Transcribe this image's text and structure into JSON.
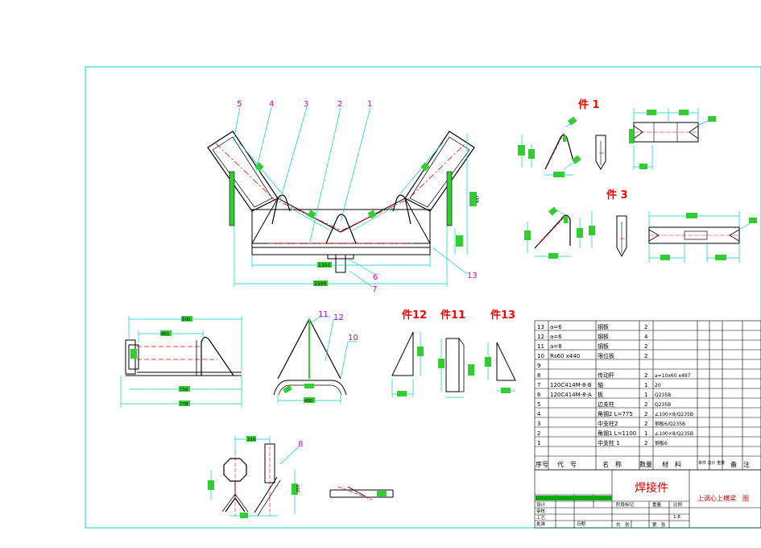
{
  "colors": {
    "frame": "#00d8d8",
    "dimension": "#00cccc",
    "outline": "#000000",
    "center_line": "#ff0000",
    "leader_magenta": "#cc00cc",
    "part_fill": "#33cc33",
    "title_red": "#ff0000"
  },
  "part_labels": {
    "jian1": "件 1",
    "jian3": "件 3",
    "jian12": "件12",
    "jian11": "件11",
    "jian13": "件13"
  },
  "balloons": {
    "b1": "1",
    "b2": "2",
    "b3": "3",
    "b4": "4",
    "b5": "5",
    "b6": "6",
    "b7": "7",
    "b8": "8",
    "b10": "10",
    "b11": "11",
    "b12": "12",
    "b13": "13"
  },
  "dims": {
    "main_1": "1300",
    "main_2": "1500",
    "main_h1": "447",
    "side_top": "500",
    "side_mid": "461",
    "side_b1": "750",
    "side_b2": "778",
    "mid_bottom": "400",
    "small_top": "210",
    "small_h": "265"
  },
  "bom": {
    "rows": [
      {
        "no": "13",
        "code": "a=6",
        "name": "钢板",
        "qty": "2",
        "material": "",
        "unit": "",
        "total": "",
        "note": ""
      },
      {
        "no": "12",
        "code": "a=6",
        "name": "钢板",
        "qty": "4",
        "material": "",
        "unit": "",
        "total": "",
        "note": ""
      },
      {
        "no": "11",
        "code": "a=8",
        "name": "钢板",
        "qty": "2",
        "material": "",
        "unit": "",
        "total": "",
        "note": ""
      },
      {
        "no": "10",
        "code": "Rs60 x440",
        "name": "限位板",
        "qty": "2",
        "material": "",
        "unit": "",
        "total": "",
        "note": ""
      },
      {
        "no": "9",
        "code": "",
        "name": "",
        "qty": "",
        "material": "",
        "unit": "",
        "total": "",
        "note": ""
      },
      {
        "no": "8",
        "code": "",
        "name": "传动杆",
        "qty": "2",
        "material": "a=10x60 x497",
        "unit": "",
        "total": "",
        "note": ""
      },
      {
        "no": "7",
        "code": "120C414M-8-B",
        "name": "轴",
        "qty": "1",
        "material": "20",
        "unit": "",
        "total": "",
        "note": ""
      },
      {
        "no": "6",
        "code": "120C414M-8-A",
        "name": "板",
        "qty": "1",
        "material": "Q235B",
        "unit": "",
        "total": "",
        "note": ""
      },
      {
        "no": "5",
        "code": "",
        "name": "边支柱",
        "qty": "2",
        "material": "Q235B",
        "unit": "",
        "total": "",
        "note": ""
      },
      {
        "no": "4",
        "code": "",
        "name": "角钢2 L=775",
        "qty": "2",
        "material": "∠100×8/Q235B",
        "unit": "",
        "total": "",
        "note": ""
      },
      {
        "no": "3",
        "code": "",
        "name": "中支柱2",
        "qty": "2",
        "material": "钢板6/Q235B",
        "unit": "",
        "total": "",
        "note": ""
      },
      {
        "no": "2",
        "code": "",
        "name": "角钢1 L=1100",
        "qty": "1",
        "material": "∠100×8/Q235B",
        "unit": "",
        "total": "",
        "note": ""
      },
      {
        "no": "1",
        "code": "",
        "name": "中支柱 1",
        "qty": "2",
        "material": "钢板6",
        "unit": "",
        "total": "",
        "note": ""
      }
    ],
    "headers": {
      "no": "序号",
      "code": "代　号",
      "name": "名　称",
      "qty": "数量",
      "material": "材　料",
      "weight": "单件 总计 重量",
      "note": "备　注"
    }
  },
  "title_block": {
    "drawing_title": "焊接件",
    "assembly_name": "上调心上横梁　图",
    "scale": "1:8",
    "row_labels": {
      "stage": "阶段标记",
      "weight": "重量",
      "scale_label": "比例",
      "sheets": "共　张",
      "sheet_no": "第　张",
      "design": "设计",
      "review": "审核",
      "process": "工艺",
      "approve": "批准",
      "date": "日期"
    }
  }
}
